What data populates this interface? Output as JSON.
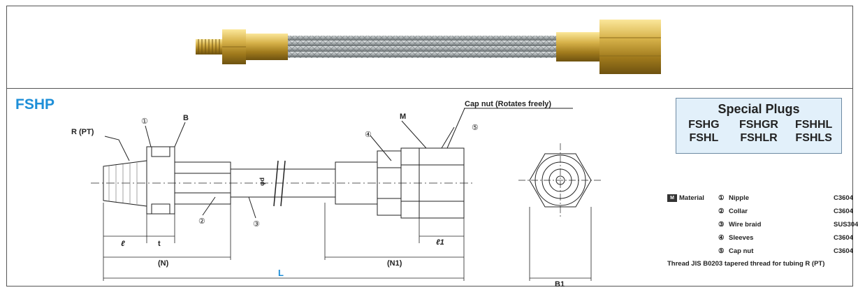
{
  "model_code": "FSHP",
  "special_plugs": {
    "title": "Special Plugs",
    "codes": [
      "FSHG",
      "FSHGR",
      "FSHHL",
      "FSHL",
      "FSHLR",
      "FSHLS"
    ]
  },
  "callouts": {
    "r_pt": "R (PT)",
    "b": "B",
    "m": "M",
    "cap_nut_note": "Cap nut (Rotates freely)",
    "phi_d": "φd",
    "ell": "ℓ",
    "t": "t",
    "ell1": "ℓ1",
    "n": "(N)",
    "n1": "(N1)",
    "l": "L",
    "b1": "B1"
  },
  "part_numbers": [
    "①",
    "②",
    "③",
    "④",
    "⑤"
  ],
  "materials": {
    "label": "Material",
    "badge": "M",
    "rows": [
      {
        "num": "①",
        "part": "Nipple",
        "code": "C3604"
      },
      {
        "num": "②",
        "part": "Collar",
        "code": "C3604"
      },
      {
        "num": "③",
        "part": "Wire braid",
        "code": "SUS304"
      },
      {
        "num": "④",
        "part": "Sleeves",
        "code": "C3604"
      },
      {
        "num": "⑤",
        "part": "Cap nut",
        "code": "C3604"
      }
    ]
  },
  "thread_note": "Thread JIS B0203 tapered thread for tubing R (PT)",
  "colors": {
    "accent": "#1e8fd8",
    "brass": "#c9a53a",
    "braid": "#9fa6a8",
    "panel": "#e2f0fa"
  }
}
